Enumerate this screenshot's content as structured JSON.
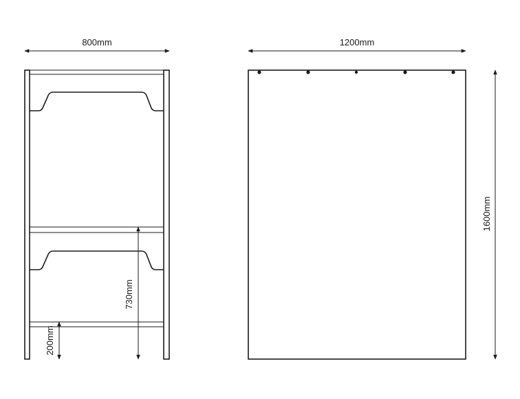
{
  "dimensions": {
    "front_width": "800mm",
    "side_width": "1200mm",
    "side_height": "1600mm",
    "shelf_height": "730mm",
    "bottom_height": "200mm"
  }
}
